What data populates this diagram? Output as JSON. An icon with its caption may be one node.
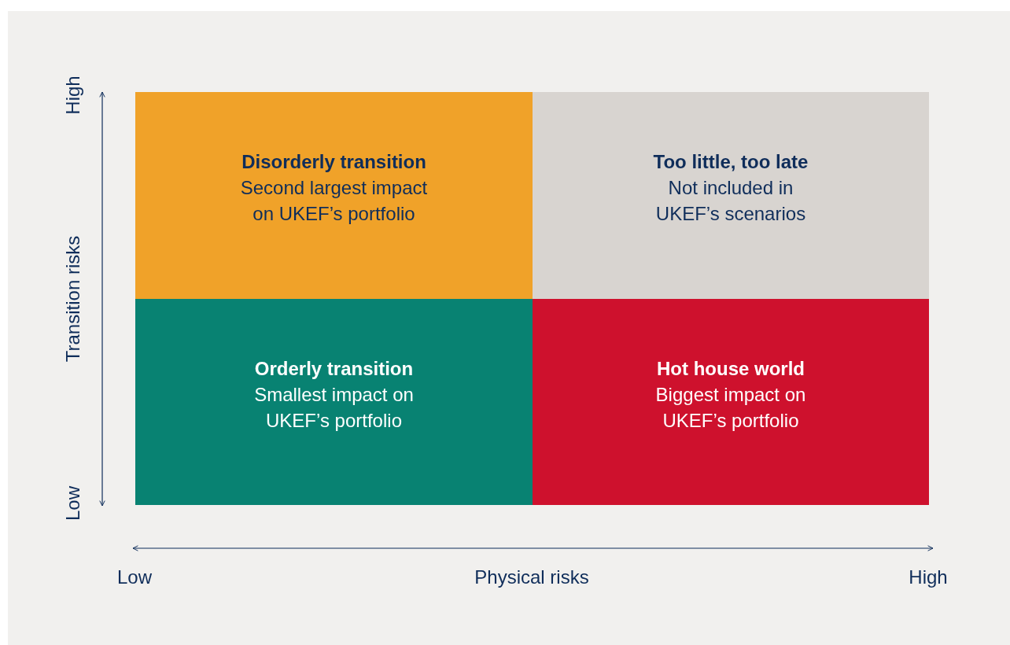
{
  "diagram": {
    "nodes": [
      {
        "text": [
          "Disorderly transition",
          "Second largest impact on UKEF’s portfolio"
        ]
      },
      {
        "text": [
          "Too little, too late",
          "Not included in UKEF’s scenarios"
        ]
      },
      {
        "text": [
          "Orderly transition",
          "Smallest impact on UKEF’s portfolio"
        ]
      },
      {
        "text": [
          "Hot house world",
          "Biggest impact on UKEF’s portfolio"
        ]
      }
    ],
    "edges": [],
    "labels": [
      "High",
      "Transition risks",
      "Low",
      "Low",
      "Physical risks",
      "High"
    ]
  }
}
